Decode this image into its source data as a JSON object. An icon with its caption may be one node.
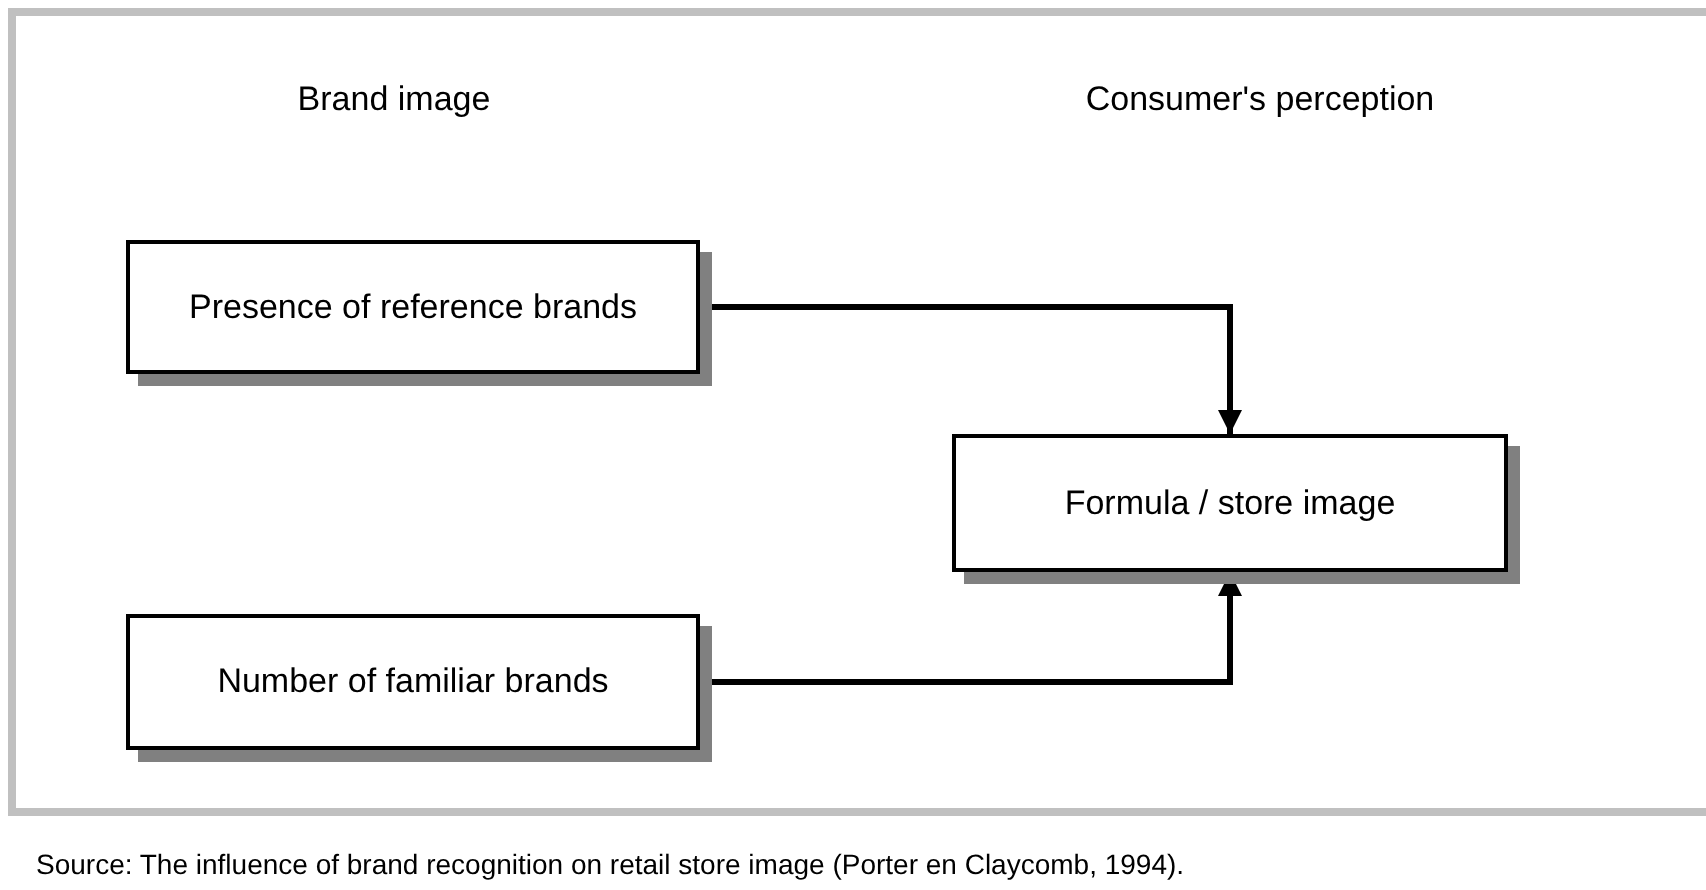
{
  "diagram": {
    "caption": "Source: The influence of brand recognition on retail store image (Porter en Claycomb, 1994).",
    "nodes": [
      {
        "text": [
          "Presence of reference brands"
        ]
      },
      {
        "text": [
          "Formula / store image"
        ]
      },
      {
        "text": [
          "Number of familiar brands"
        ]
      }
    ],
    "edges": [
      {
        "from": 0,
        "to": 1,
        "arrow": "to"
      },
      {
        "from": 2,
        "to": 1,
        "arrow": "to"
      }
    ],
    "labels": [
      "Brand image",
      "Consumer's perception"
    ]
  }
}
